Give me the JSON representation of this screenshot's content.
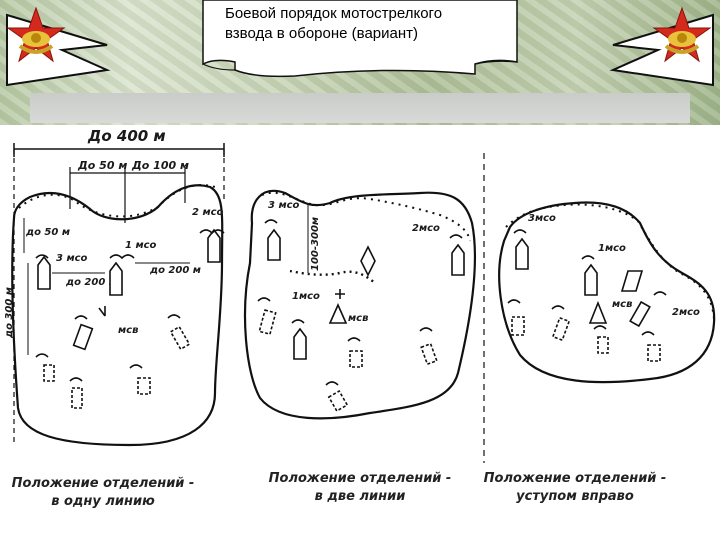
{
  "header": {
    "title_line1": "Боевой порядок мотострелкого",
    "title_line2": "взвода в обороне (вариант)",
    "emblem_icon": "star-emblem-icon"
  },
  "diagram": {
    "panel1": {
      "width_label": "До 400 м",
      "label_50": "До 50 м",
      "label_100": "До 100 м",
      "depth_label_left": "до 50 м",
      "depth_label_vertical": "до 300 м",
      "squad1": "1 мсо",
      "squad2": "2 мсо",
      "squad3": "3 мсо",
      "gap1": "до 200 м",
      "gap2": "до 200 м",
      "vehicle": "мсв",
      "caption_line1": "Положение отделений -",
      "caption_line2": "в одну линию"
    },
    "panel2": {
      "squad3": "3 мсо",
      "squad2": "2мсо",
      "squad1": "1мсо",
      "depth": "100-300м",
      "vehicle": "мсв",
      "caption_line1": "Положение отделений -",
      "caption_line2": "в две линии"
    },
    "panel3": {
      "squad3": "3мсо",
      "squad1": "1мсо",
      "squad2": "2мсо",
      "vehicle": "мсв",
      "caption_line1": "Положение отделений -",
      "caption_line2": "уступом вправо"
    }
  }
}
